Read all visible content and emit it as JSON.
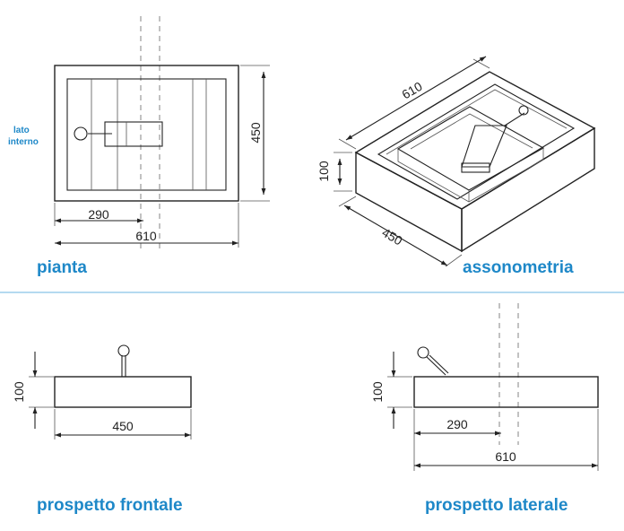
{
  "views": {
    "plan": {
      "title": "pianta",
      "note_line1": "lato",
      "note_line2": "interno",
      "dim_height": "450",
      "dim_offset": "290",
      "dim_width": "610"
    },
    "axonometric": {
      "title": "assonometria",
      "dim_length": "610",
      "dim_height": "100",
      "dim_depth": "450"
    },
    "front": {
      "title": "prospetto frontale",
      "dim_height": "100",
      "dim_width": "450"
    },
    "side": {
      "title": "prospetto laterale",
      "dim_height": "100",
      "dim_offset": "290",
      "dim_width": "610"
    }
  },
  "colors": {
    "title": "#1e88c8",
    "separator": "#6ab4e0",
    "line": "#222222"
  }
}
